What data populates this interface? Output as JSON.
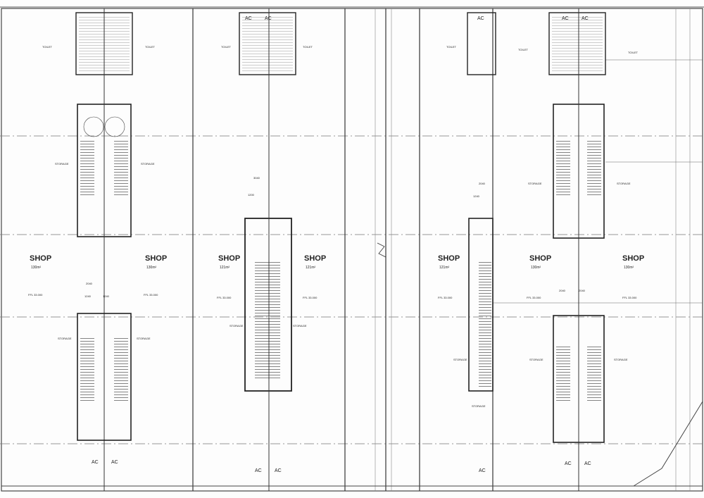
{
  "drawing": {
    "shops": [
      {
        "label": "SHOP",
        "area": "130m²"
      },
      {
        "label": "SHOP",
        "area": "130m²"
      },
      {
        "label": "SHOP",
        "area": "121m²"
      },
      {
        "label": "SHOP",
        "area": "121m²"
      },
      {
        "label": "SHOP",
        "area": "121m²"
      },
      {
        "label": "SHOP",
        "area": "130m²"
      },
      {
        "label": "SHOP",
        "area": "130m²"
      }
    ],
    "ffl_tags": [
      "FFL 33.000",
      "FFL 33.000",
      "FFL 33.000",
      "FFL 33.000",
      "FFL 33.000",
      "FFL 33.000",
      "FFL 33.000"
    ],
    "toilet_tags": [
      "TOILET",
      "TOILET",
      "TOILET",
      "TOILET",
      "TOILET",
      "TOILET",
      "TOILET"
    ],
    "storage_tags": [
      "STORAGE",
      "STORAGE",
      "STORAGE",
      "STORAGE",
      "STORAGE",
      "STORAGE",
      "STORAGE",
      "STORAGE",
      "STORAGE",
      "STORAGE",
      "STORAGE",
      "STORAGE"
    ],
    "ac_labels": [
      "AC",
      "AC",
      "AC",
      "AC",
      "AC",
      "AC",
      "AC",
      "AC",
      "AC",
      "AC",
      "AC",
      "AC"
    ],
    "dims": [
      "2040",
      "1240",
      "3040",
      "1200",
      "2040",
      "1240",
      "2040",
      "1240",
      "2040"
    ]
  }
}
